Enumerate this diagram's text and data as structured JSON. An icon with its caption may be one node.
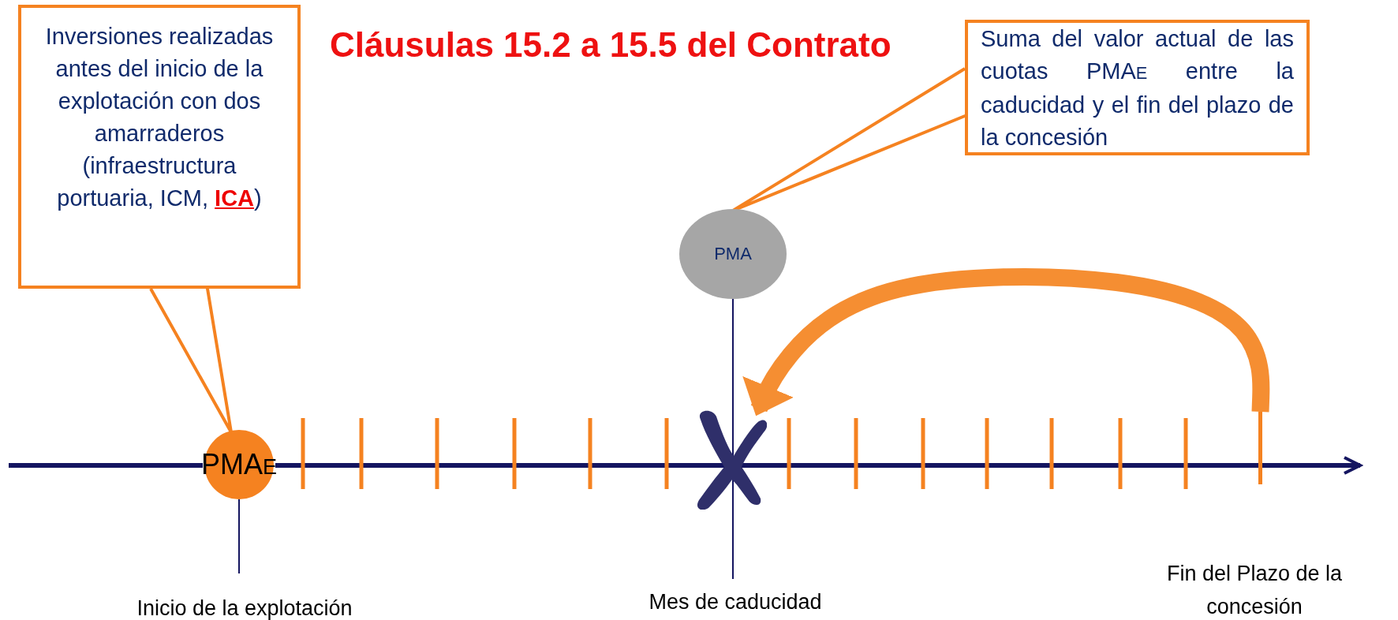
{
  "diagram": {
    "title": "Cláusulas 15.2 a 15.5 del Contrato",
    "nodes": [
      {
        "text": [
          "Inversiones realizadas antes del inicio de la explotación con dos amarraderos (infraestructura portuaria, ICM, **ICA**)"
        ]
      },
      {
        "text": [
          "PMA$_{E}$"
        ]
      },
      {
        "text": [
          "Suma del valor actual de las cuotas PMA$_{E}$ entre la caducidad y el fin del plazo de la concesión"
        ]
      },
      {
        "text": [
          "PMA"
        ]
      },
      {
        "text": [],
        "shape": "cross"
      },
      {
        "text": [],
        "shape": "bar"
      }
    ],
    "edges": [
      {
        "from": 0,
        "to": 1,
        "arrow": "none"
      },
      {
        "from": 2,
        "to": 3,
        "arrow": "none"
      },
      {
        "from": 5,
        "to": 4,
        "arrow": "to",
        "style": "thick"
      }
    ],
    "labels": [
      "Inicio de la explotación",
      "Mes de caducidad",
      "Fin del Plazo de la concesión"
    ]
  }
}
